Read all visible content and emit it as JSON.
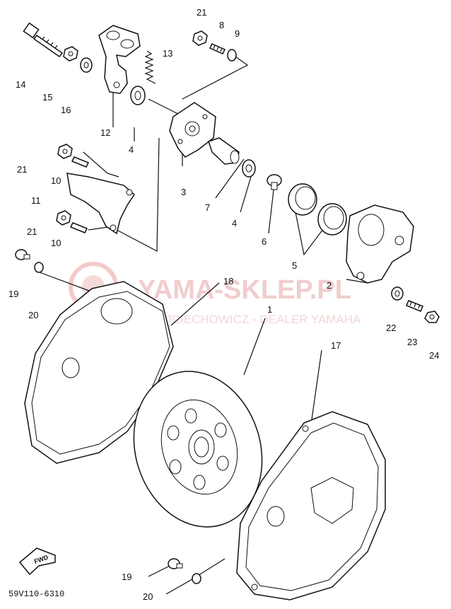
{
  "watermark": {
    "brand": "YAMA-SKLEP.PL",
    "subtitle": "WOJCIECHOWICZ - DEALER YAMAHA"
  },
  "diagram_code": "59V110-6310",
  "fwd_label": "FWD",
  "part_labels": [
    "1",
    "2",
    "3",
    "4",
    "4",
    "5",
    "6",
    "7",
    "8",
    "9",
    "10",
    "10",
    "11",
    "12",
    "13",
    "14",
    "15",
    "16",
    "17",
    "18",
    "19",
    "19",
    "20",
    "20",
    "21",
    "21",
    "21",
    "22",
    "23",
    "24"
  ]
}
